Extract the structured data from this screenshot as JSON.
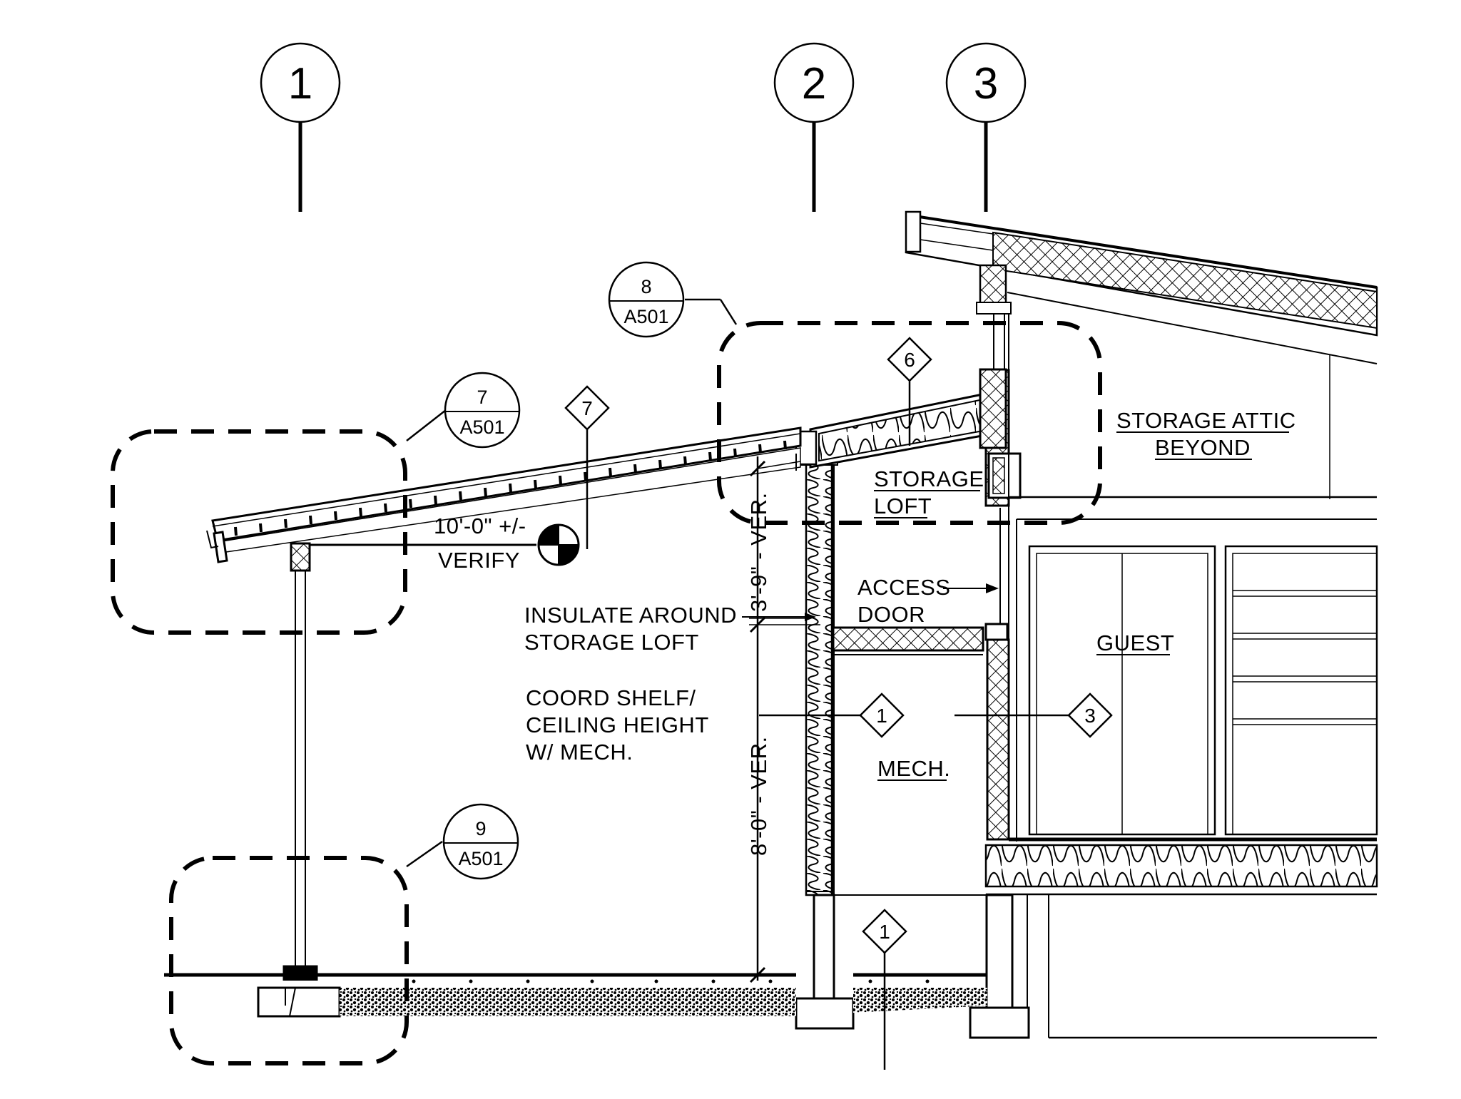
{
  "grid_lines": [
    {
      "label": "1"
    },
    {
      "label": "2"
    },
    {
      "label": "3"
    }
  ],
  "detail_callouts": [
    {
      "number": "7",
      "sheet": "A501"
    },
    {
      "number": "8",
      "sheet": "A501"
    },
    {
      "number": "9",
      "sheet": "A501"
    }
  ],
  "keynotes": [
    {
      "number": "7"
    },
    {
      "number": "6"
    },
    {
      "number": "1"
    },
    {
      "number": "3"
    },
    {
      "number": "1"
    }
  ],
  "room_labels": {
    "storage_attic_line1": "STORAGE ATTIC",
    "storage_attic_line2": "BEYOND",
    "storage_loft_line1": "STORAGE",
    "storage_loft_line2": "LOFT",
    "guest": "GUEST",
    "mech": "MECH."
  },
  "notes": {
    "elevation_line1": "10'-0\" +/-",
    "elevation_line2": "VERIFY",
    "access_door_line1": "ACCESS",
    "access_door_line2": "DOOR",
    "insulate_line1": "INSULATE AROUND",
    "insulate_line2": "STORAGE LOFT",
    "coord_line1": "COORD SHELF/",
    "coord_line2": "CEILING HEIGHT",
    "coord_line3": "W/ MECH."
  },
  "dimensions": {
    "upper": "3'-9\" - VER.",
    "lower": "8'-0\" - VER."
  }
}
